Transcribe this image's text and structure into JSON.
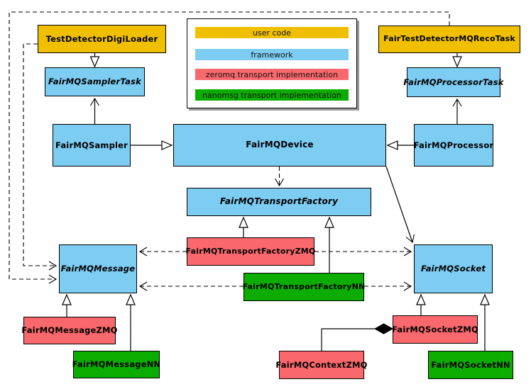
{
  "diagram_title": "FairMQ class diagram",
  "colors": {
    "user-code": "#f0c000",
    "framework": "#7dccf2",
    "zeromq": "#f9686d",
    "nanomsg": "#0cad00",
    "border": "#000000",
    "legend-shadow": "#999999"
  },
  "legend": {
    "items": [
      {
        "label": "user code",
        "category": "user-code"
      },
      {
        "label": "framework",
        "category": "framework"
      },
      {
        "label": "zeromq transport implementation",
        "category": "zeromq"
      },
      {
        "label": "nanomsg transport implementation",
        "category": "nanomsg"
      }
    ]
  },
  "nodes": {
    "digiloader": {
      "label": "TestDetectorDigiLoader",
      "category": "user-code",
      "abstract": false
    },
    "recotask": {
      "label": "FairTestDetectorMQRecoTask",
      "category": "user-code",
      "abstract": false
    },
    "samplertask": {
      "label": "FairMQSamplerTask",
      "category": "framework",
      "abstract": true
    },
    "processortask": {
      "label": "FairMQProcessorTask",
      "category": "framework",
      "abstract": true
    },
    "sampler": {
      "label": "FairMQSampler",
      "category": "framework",
      "abstract": false
    },
    "device": {
      "label": "FairMQDevice",
      "category": "framework",
      "abstract": false
    },
    "processor": {
      "label": "FairMQProcessor",
      "category": "framework",
      "abstract": false
    },
    "factory": {
      "label": "FairMQTransportFactory",
      "category": "framework",
      "abstract": true
    },
    "factoryzmq": {
      "label": "FairMQTransportFactoryZMQ",
      "category": "zeromq",
      "abstract": false
    },
    "factorynn": {
      "label": "FairMQTransportFactoryNN",
      "category": "nanomsg",
      "abstract": false
    },
    "message": {
      "label": "FairMQMessage",
      "category": "framework",
      "abstract": true
    },
    "socket": {
      "label": "FairMQSocket",
      "category": "framework",
      "abstract": true
    },
    "messagezmq": {
      "label": "FairMQMessageZMQ",
      "category": "zeromq",
      "abstract": false
    },
    "messagenn": {
      "label": "FairMQMessageNN",
      "category": "nanomsg",
      "abstract": false
    },
    "contextzmq": {
      "label": "FairMQContextZMQ",
      "category": "zeromq",
      "abstract": false
    },
    "socketzmq": {
      "label": "FairMQSocketZMQ",
      "category": "zeromq",
      "abstract": false
    },
    "socketnn": {
      "label": "FairMQSocketNN",
      "category": "nanomsg",
      "abstract": false
    }
  },
  "edges": [
    {
      "from": "digiloader",
      "to": "samplertask",
      "kind": "inheritance-triangle"
    },
    {
      "from": "recotask",
      "to": "processortask",
      "kind": "inheritance-triangle"
    },
    {
      "from": "sampler",
      "to": "samplertask",
      "kind": "open-arrow"
    },
    {
      "from": "processor",
      "to": "processortask",
      "kind": "open-arrow"
    },
    {
      "from": "sampler",
      "to": "device",
      "kind": "inheritance-triangle"
    },
    {
      "from": "processor",
      "to": "device",
      "kind": "inheritance-triangle"
    },
    {
      "from": "device",
      "to": "factory",
      "kind": "dashed-dependency"
    },
    {
      "from": "device",
      "to": "socket",
      "kind": "open-arrow"
    },
    {
      "from": "factoryzmq",
      "to": "factory",
      "kind": "inheritance-triangle"
    },
    {
      "from": "factorynn",
      "to": "factory",
      "kind": "inheritance-triangle"
    },
    {
      "from": "factoryzmq",
      "to": "message",
      "kind": "dashed-dependency"
    },
    {
      "from": "factoryzmq",
      "to": "socket",
      "kind": "dashed-dependency"
    },
    {
      "from": "factorynn",
      "to": "message",
      "kind": "dashed-dependency"
    },
    {
      "from": "factorynn",
      "to": "socket",
      "kind": "dashed-dependency"
    },
    {
      "from": "digiloader",
      "to": "message",
      "kind": "dashed-dependency"
    },
    {
      "from": "recotask",
      "to": "message",
      "kind": "dashed-dependency"
    },
    {
      "from": "messagezmq",
      "to": "message",
      "kind": "inheritance-triangle"
    },
    {
      "from": "messagenn",
      "to": "message",
      "kind": "inheritance-triangle"
    },
    {
      "from": "socketzmq",
      "to": "socket",
      "kind": "inheritance-triangle"
    },
    {
      "from": "socketnn",
      "to": "socket",
      "kind": "inheritance-triangle"
    },
    {
      "from": "contextzmq",
      "to": "socketzmq",
      "kind": "composition-diamond"
    }
  ]
}
